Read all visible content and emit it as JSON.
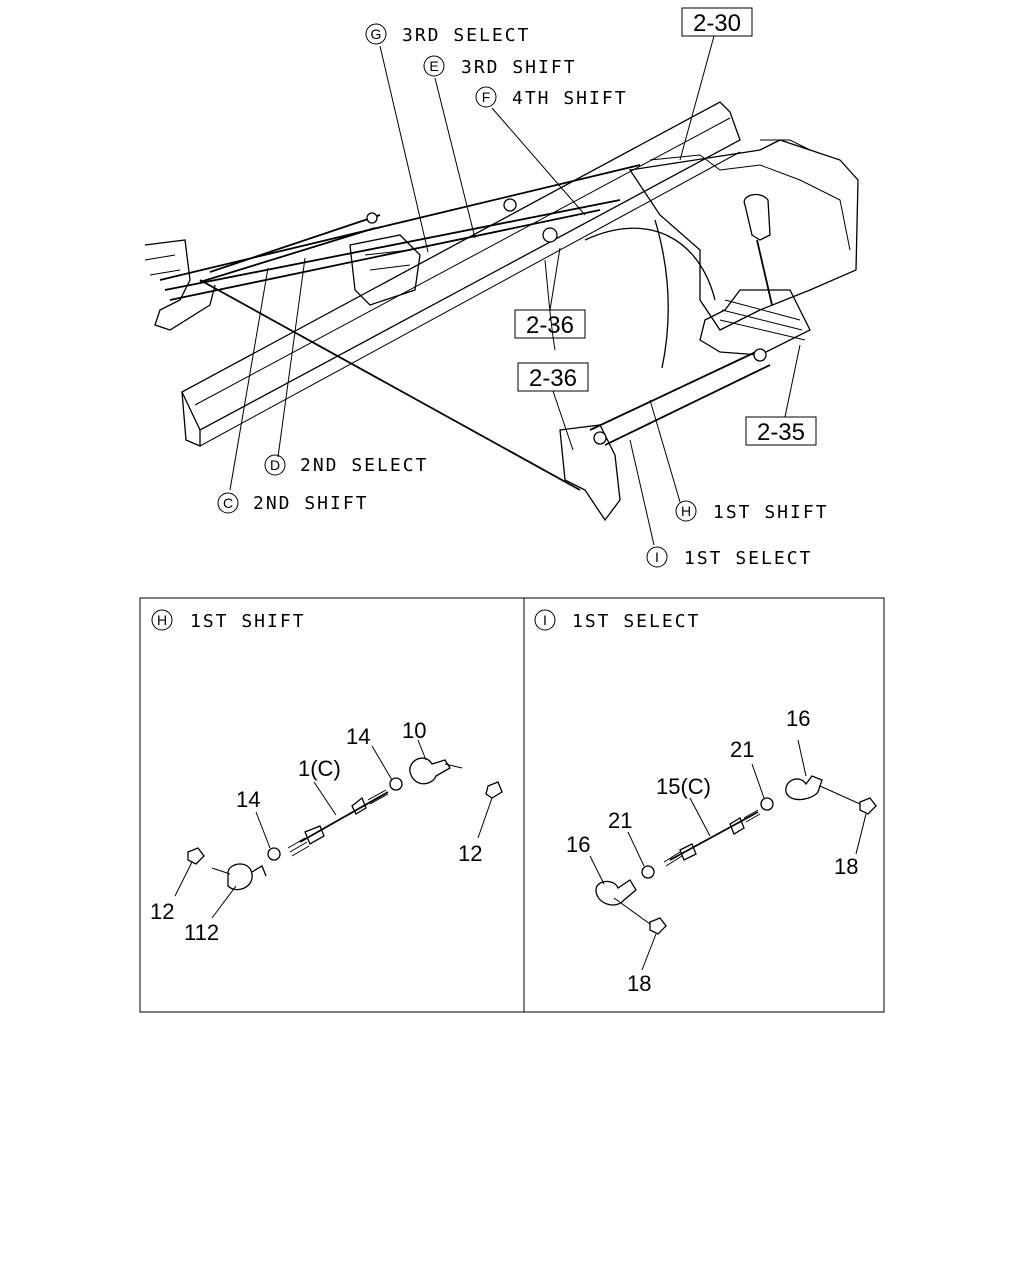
{
  "callouts": {
    "g": {
      "letter": "G",
      "text": "3RD SELECT"
    },
    "e": {
      "letter": "E",
      "text": "3RD SHIFT"
    },
    "f": {
      "letter": "F",
      "text": "4TH SHIFT"
    },
    "d": {
      "letter": "D",
      "text": "2ND SELECT"
    },
    "c": {
      "letter": "C",
      "text": "2ND SHIFT"
    },
    "h": {
      "letter": "H",
      "text": "1ST SHIFT"
    },
    "i": {
      "letter": "I",
      "text": "1ST SELECT"
    }
  },
  "refs": {
    "r230": "2-30",
    "r236a": "2-36",
    "r236b": "2-36",
    "r235": "2-35"
  },
  "panels": {
    "left": {
      "letter": "H",
      "title": "1ST SHIFT",
      "parts": {
        "p10": "10",
        "p14a": "14",
        "p1c": "1(C)",
        "p14b": "14",
        "p12a": "12",
        "p12b": "12",
        "p112": "112"
      }
    },
    "right": {
      "letter": "I",
      "title": "1ST SELECT",
      "parts": {
        "p16a": "16",
        "p21a": "21",
        "p15c": "15(C)",
        "p21b": "21",
        "p16b": "16",
        "p18a": "18",
        "p18b": "18"
      }
    }
  }
}
